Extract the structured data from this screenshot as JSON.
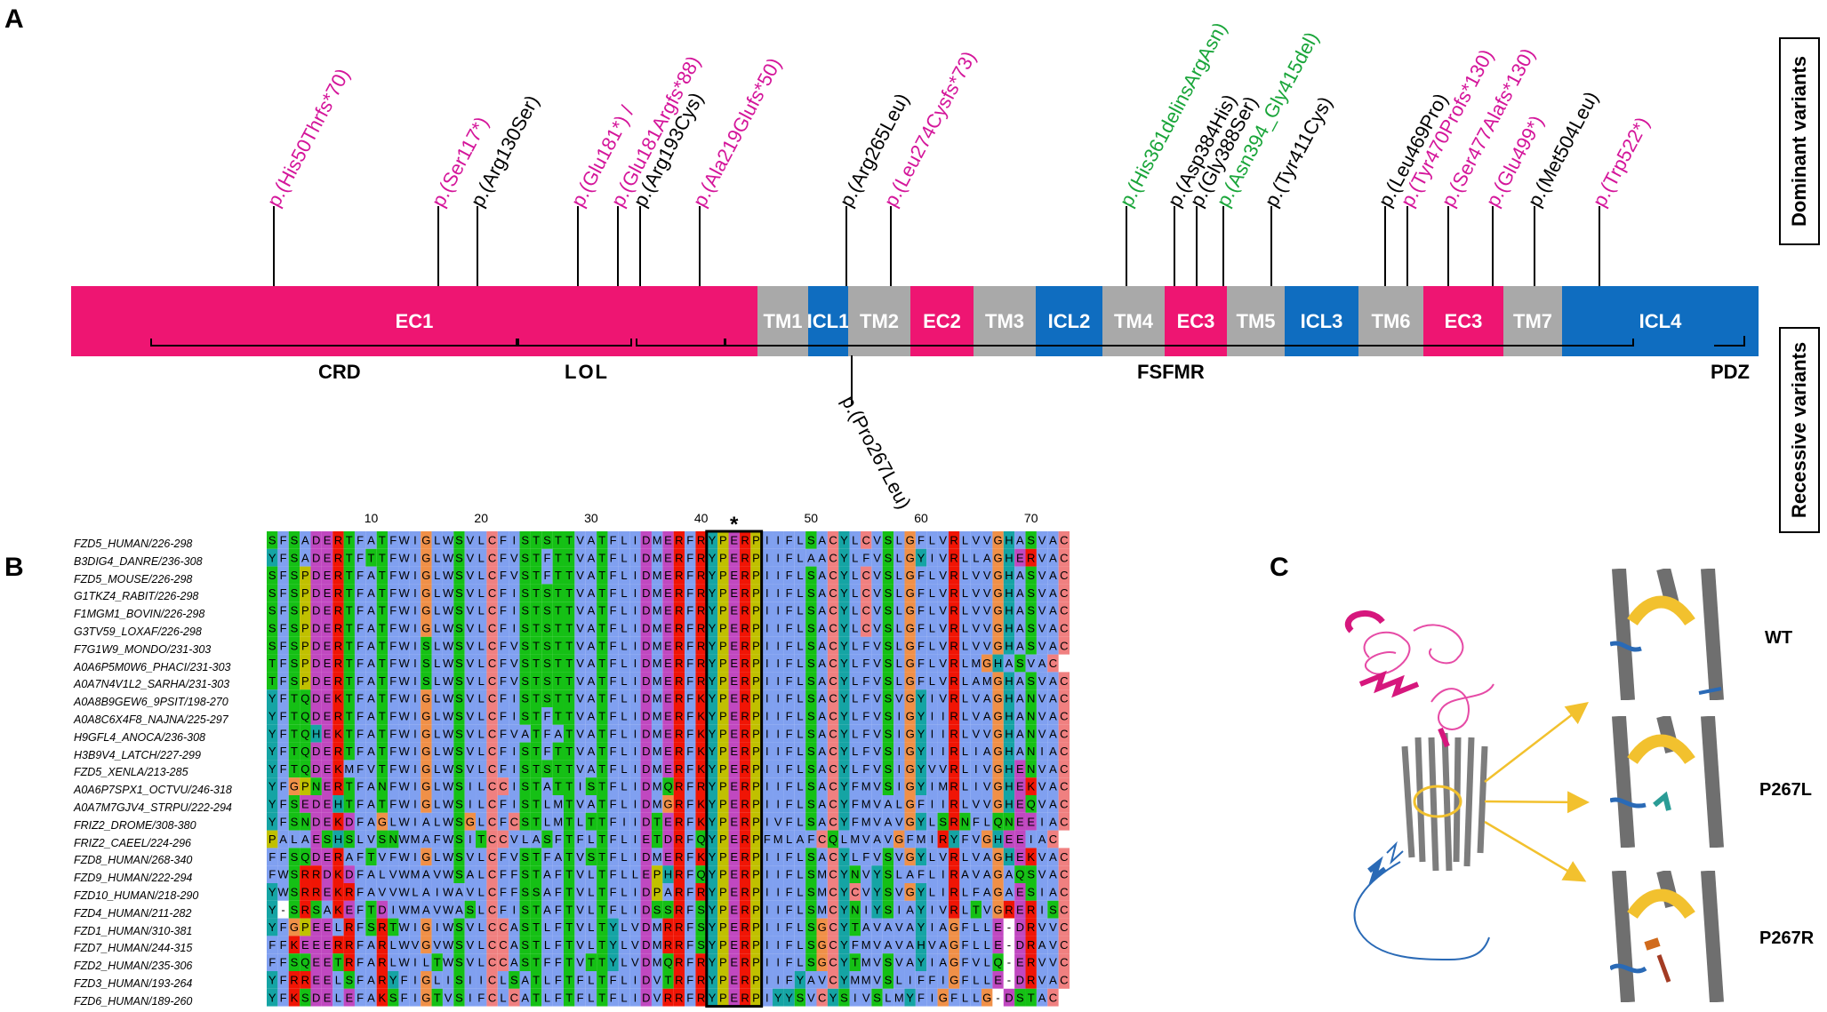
{
  "panels": {
    "a": "A",
    "b": "B",
    "c": "C"
  },
  "colors": {
    "ec": "#ee1572",
    "tm": "#a9a9a9",
    "icl": "#0f6dc0",
    "truncating": "#d4159a",
    "missense": "#000000",
    "inframe": "#19a539",
    "helix": "#f2c12e"
  },
  "segments": [
    "EC1",
    "TM1",
    "ICL1",
    "TM2",
    "EC2",
    "TM3",
    "ICL2",
    "TM4",
    "EC3",
    "TM5",
    "ICL3",
    "TM6",
    "EC3",
    "TM7",
    "ICL4"
  ],
  "dominant_variants": [
    {
      "label": "p.(His50Thrfs*70)",
      "color": "magenta"
    },
    {
      "label": "p.(Ser117*)",
      "color": "magenta"
    },
    {
      "label": "p.(Arg130Ser)",
      "color": "black"
    },
    {
      "label": "p.(Glu181*) /",
      "color": "magenta"
    },
    {
      "label": "p.(Glu181Argfs*88)",
      "color": "magenta"
    },
    {
      "label": "p.(Arg193Cys)",
      "color": "black"
    },
    {
      "label": "p.(Ala219Glufs*50)",
      "color": "magenta"
    },
    {
      "label": "p.(Arg265Leu)",
      "color": "black"
    },
    {
      "label": "p.(Leu274Cysfs*73)",
      "color": "magenta"
    },
    {
      "label": "p.(His361delinsArgAsn)",
      "color": "green"
    },
    {
      "label": "p.(Asp384His)",
      "color": "black"
    },
    {
      "label": "p.(Gly388Ser)",
      "color": "black"
    },
    {
      "label": "p.(Asn394_Gly415del)",
      "color": "green"
    },
    {
      "label": "p.(Tyr411Cys)",
      "color": "black"
    },
    {
      "label": "p.(Leu469Pro)",
      "color": "black"
    },
    {
      "label": "p.(Tyr470Profs*130)",
      "color": "magenta"
    },
    {
      "label": "p.(Ser477Alafs*130)",
      "color": "magenta"
    },
    {
      "label": "p.(Glu499*)",
      "color": "magenta"
    },
    {
      "label": "p.(Met504Leu)",
      "color": "black"
    },
    {
      "label": "p.(Trp522*)",
      "color": "magenta"
    }
  ],
  "recessive_variants": [
    {
      "label": "p.(Pro267Leu)"
    }
  ],
  "domains": [
    "CRD",
    "LOL",
    "FSFMR",
    "PDZ"
  ],
  "side_labels": {
    "dominant": "Dominant variants",
    "recessive": "Recessive variants"
  },
  "msa": {
    "ruler": [
      "10",
      "20",
      "30",
      "40",
      "50",
      "60",
      "70"
    ],
    "marker": "*",
    "names": [
      "FZD5_HUMAN/226-298",
      "B3DIG4_DANRE/236-308",
      "FZD5_MOUSE/226-298",
      "G1TKZ4_RABIT/226-298",
      "F1MGM1_BOVIN/226-298",
      "G3TV59_LOXAF/226-298",
      "F7G1W9_MONDO/231-303",
      "A0A6P5M0W6_PHACI/231-303",
      "A0A7N4V1L2_SARHA/231-303",
      "A0A8B9GEW6_9PSIT/198-270",
      "A0A8C6X4F8_NAJNA/225-297",
      "H9GFL4_ANOCA/236-308",
      "H3B9V4_LATCH/227-299",
      "FZD5_XENLA/213-285",
      "A0A6P7SPX1_OCTVU/246-318",
      "A0A7M7GJV4_STRPU/222-294",
      "FRIZ2_DROME/308-380",
      "FRIZ2_CAEEL/224-296",
      "FZD8_HUMAN/268-340",
      "FZD9_HUMAN/222-294",
      "FZD10_HUMAN/218-290",
      "FZD4_HUMAN/211-282",
      "FZD1_HUMAN/310-381",
      "FZD7_HUMAN/244-315",
      "FZD2_HUMAN/235-306",
      "FZD3_HUMAN/193-264",
      "FZD6_HUMAN/189-260"
    ],
    "sequences": [
      "SFSADERTFATFWIGLWSVLCFISTSTTVATFLIDMERFRYPERPIIFLSACYLCVSLGFLVRLVVGHASVAC",
      "YFSADERTFTTFWIGLWSVLCFVSTFTTVATFLIDMERFRYPERPIIFLAACYLFVSLGYIVRLLAGHERVAC",
      "SFSPDERTFATFWIGLWSVLCFVSTFTTVATFLIDMERFRYPERPIIFLSACYLCVSLGFLVRLVVGHASVAC",
      "SFSPDERTFATFWIGLWSVLCFISTSTTVATFLIDMERFRYPERPIIFLSACYLCVSLGFLVRLVVGHASVAC",
      "SFSPDERTFATFWIGLWSVLCFISTSTTVATFLIDMERFRYPERPIIFLSACYLCVSLGFLVRLVVGHASVAC",
      "SFSPDERTFATFWIGLWSVLCFISTSTTVATFLIDMERFRYPERPIIFLSACYLCVSLGFLVRLVVGHASVAC",
      "SFSPDERTFATFWISLWSVLCFVSTSTTVATFLIDMERFRYPERPIIFLSACYLFVSLGFLVRLVVGHASVAC",
      "TFSPDERTFATFWISLWSVLCFVSTSTTVATFLIDMERFRYPERPIIFLSACYLFVSLGFLVRLMGHASVAC",
      "TFSPDERTFATFWISLWSVLCFVSTSTTVATFLIDMERFRYPERPIIFLSACYLFVSLGFLVRLAMGHASVAC",
      "YFTQDEKTFATFWIGLWSVLCFISTSTTVATFLIDMERFKYPERPIIFLSACYLFVSVGYIVRLVAGHANVAC",
      "YFTQDERTFATFWIGLWSVLCFISTFTTVATFLIDMERFKYPERPIIFLSACYLFVSIGYIIRLVAGHANVAC",
      "YFTQHEKTFATFWIGLWSVLCFVATFATVATFLIDMERFKYPERPIIFLSACYLFVSIGYIIRLVVGHANVAC",
      "YFTQDERTFATFWIGLWSVLCFISTFTTVATFLIDMERFKYPERPIIFLSACYLFVSIGYIIRLIAGHANIAC",
      "YFTQDEKMFVTFWIGLWSVLCFISTSTTVATFLIDMERFKYPERPIIFLSACYLFVSIGYVVRLIVGHENVAC",
      "YFGPNERTFANFWIGLWSILCCISTATTISTFLIDMQRFRYPERPIIFLSACYFMVSIGYIMRLIVGHEKVAC",
      "YFSEDEHTFATFWIGLWSILCFISTLMTVATFLIDMGRFKYPERPIIFLSACYFMVALGFIIRLVVGHEQVAC",
      "YFSNDEKDFAGLWIALWSGLCFCSTLMTLTTFIIDTERFKYPERPIVFLSACYFMVAVGYLSRNFLQNEEIAC",
      "PALAESHSLVSNWMAFWSITCCVLASFTFLTFLIETDRFQYPERPFMLAFCQLMVAVGFMIRYFVGHEEIAC",
      "FFSQDERAFTVFWIGLWSVLCFVSTFATVSTFLIDMERFKYPERPIIFLSACYLFVSVGYLVRLVAGHEKVAC",
      "FWSRRDKDFALVWMAVWSALCFFSTAFTVLTFLLEPHRFQYPERPIIFLSMCYNVYSLAFLIRAVAGAQSVAC",
      "YWSRREKRFAVVWLAIWAVLCFFSSAFTVLTFLIDPARFRYPERPIIFLSMCYCVYSVGYLIRLFAGAESIAC",
      "Y-SRSAKEFTDIWMAVWASLCFISTAFTVLTFLIDSSRFSYPERPIIFLSMCYNIYSIAYIVRLTVGRERISC",
      "YFGPEELRFSRTWIGIWSVLCCASTLFTVLTYLVDMRRFSYPERPIIFLSGCYTAVAVAYIAGFLLE-DRVVC",
      "FFKEEERRFARLWVGVWSVLCCASTLFTVLTYLVDMRRFSYPERPIIFLSGCYFMVAVAHVAGFLLE-DRAVC",
      "FFSQEETRFARLWILTWSVLCCASTFFTVTTYLVDMQRFRYPERPIIFLSGCYTMVSVAYIAGFVLQ-ERVVC",
      "YFRREELSFARYFIGLISIICLSATLFTFLTFLIDVTRFRYPERPIIFYAVCYMMVSLIFFIGFLLE-DRVAC",
      "YFKSDELEFAKSFIGTVSIFCLCATLFTFLTFLIDVRRFRYPERPIYYSVCYSIVSLMYFIGFLLG-DSTAC"
    ]
  },
  "structure_labels": [
    "WT",
    "P267L",
    "P267R"
  ]
}
